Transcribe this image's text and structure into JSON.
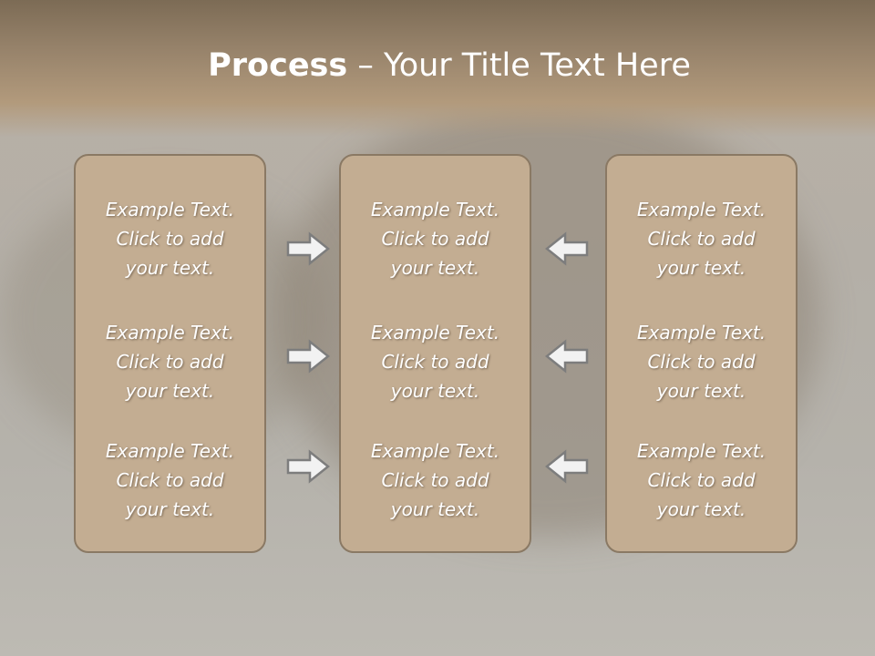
{
  "slide": {
    "title_bold": "Process",
    "title_rest": " – Your Title Text Here"
  },
  "columns": [
    {
      "items": [
        {
          "line1": "Example Text.",
          "line2": "Click  to add",
          "line3": "your text."
        },
        {
          "line1": "Example Text.",
          "line2": "Click  to add",
          "line3": "your text."
        },
        {
          "line1": "Example Text.",
          "line2": "Click  to add",
          "line3": "your text."
        }
      ]
    },
    {
      "items": [
        {
          "line1": "Example Text.",
          "line2": "Click  to add",
          "line3": "your text."
        },
        {
          "line1": "Example Text.",
          "line2": "Click  to add",
          "line3": "your text."
        },
        {
          "line1": "Example Text.",
          "line2": "Click  to add",
          "line3": "your text."
        }
      ]
    },
    {
      "items": [
        {
          "line1": "Example Text.",
          "line2": "Click  to add",
          "line3": "your text."
        },
        {
          "line1": "Example Text.",
          "line2": "Click  to add",
          "line3": "your text."
        },
        {
          "line1": "Example Text.",
          "line2": "Click  to add",
          "line3": "your text."
        }
      ]
    }
  ],
  "arrows": {
    "left_group": "right-arrow-icon",
    "right_group": "left-arrow-icon"
  },
  "colors": {
    "box_fill": "#c3ad92",
    "box_border": "#8a7964",
    "title_band": "#96826a",
    "text": "#ffffff"
  }
}
